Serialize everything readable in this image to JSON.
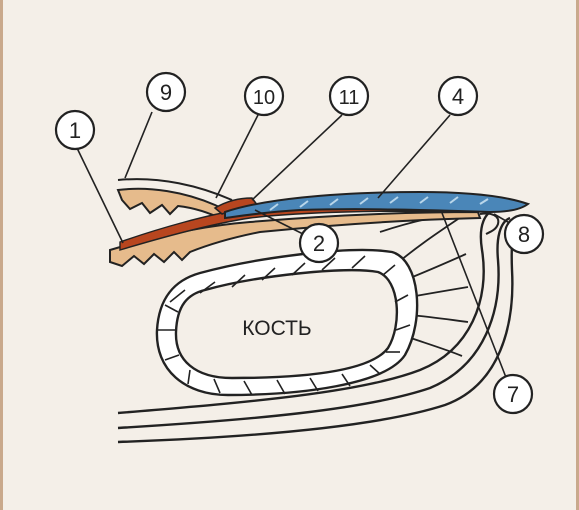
{
  "labels": {
    "n1": "1",
    "n2": "2",
    "n4": "4",
    "n7": "7",
    "n8": "8",
    "n9": "9",
    "n10": "10",
    "n11": "11",
    "bone": "КОСТЬ"
  },
  "colors": {
    "background": "#f4efe8",
    "frame": "#c9a98c",
    "stroke": "#222222",
    "nail_plate_blue": "#4a86b8",
    "nail_plate_light": "#b9d6ea",
    "matrix_red": "#b8461f",
    "skin_tan": "#e6bb8c"
  }
}
